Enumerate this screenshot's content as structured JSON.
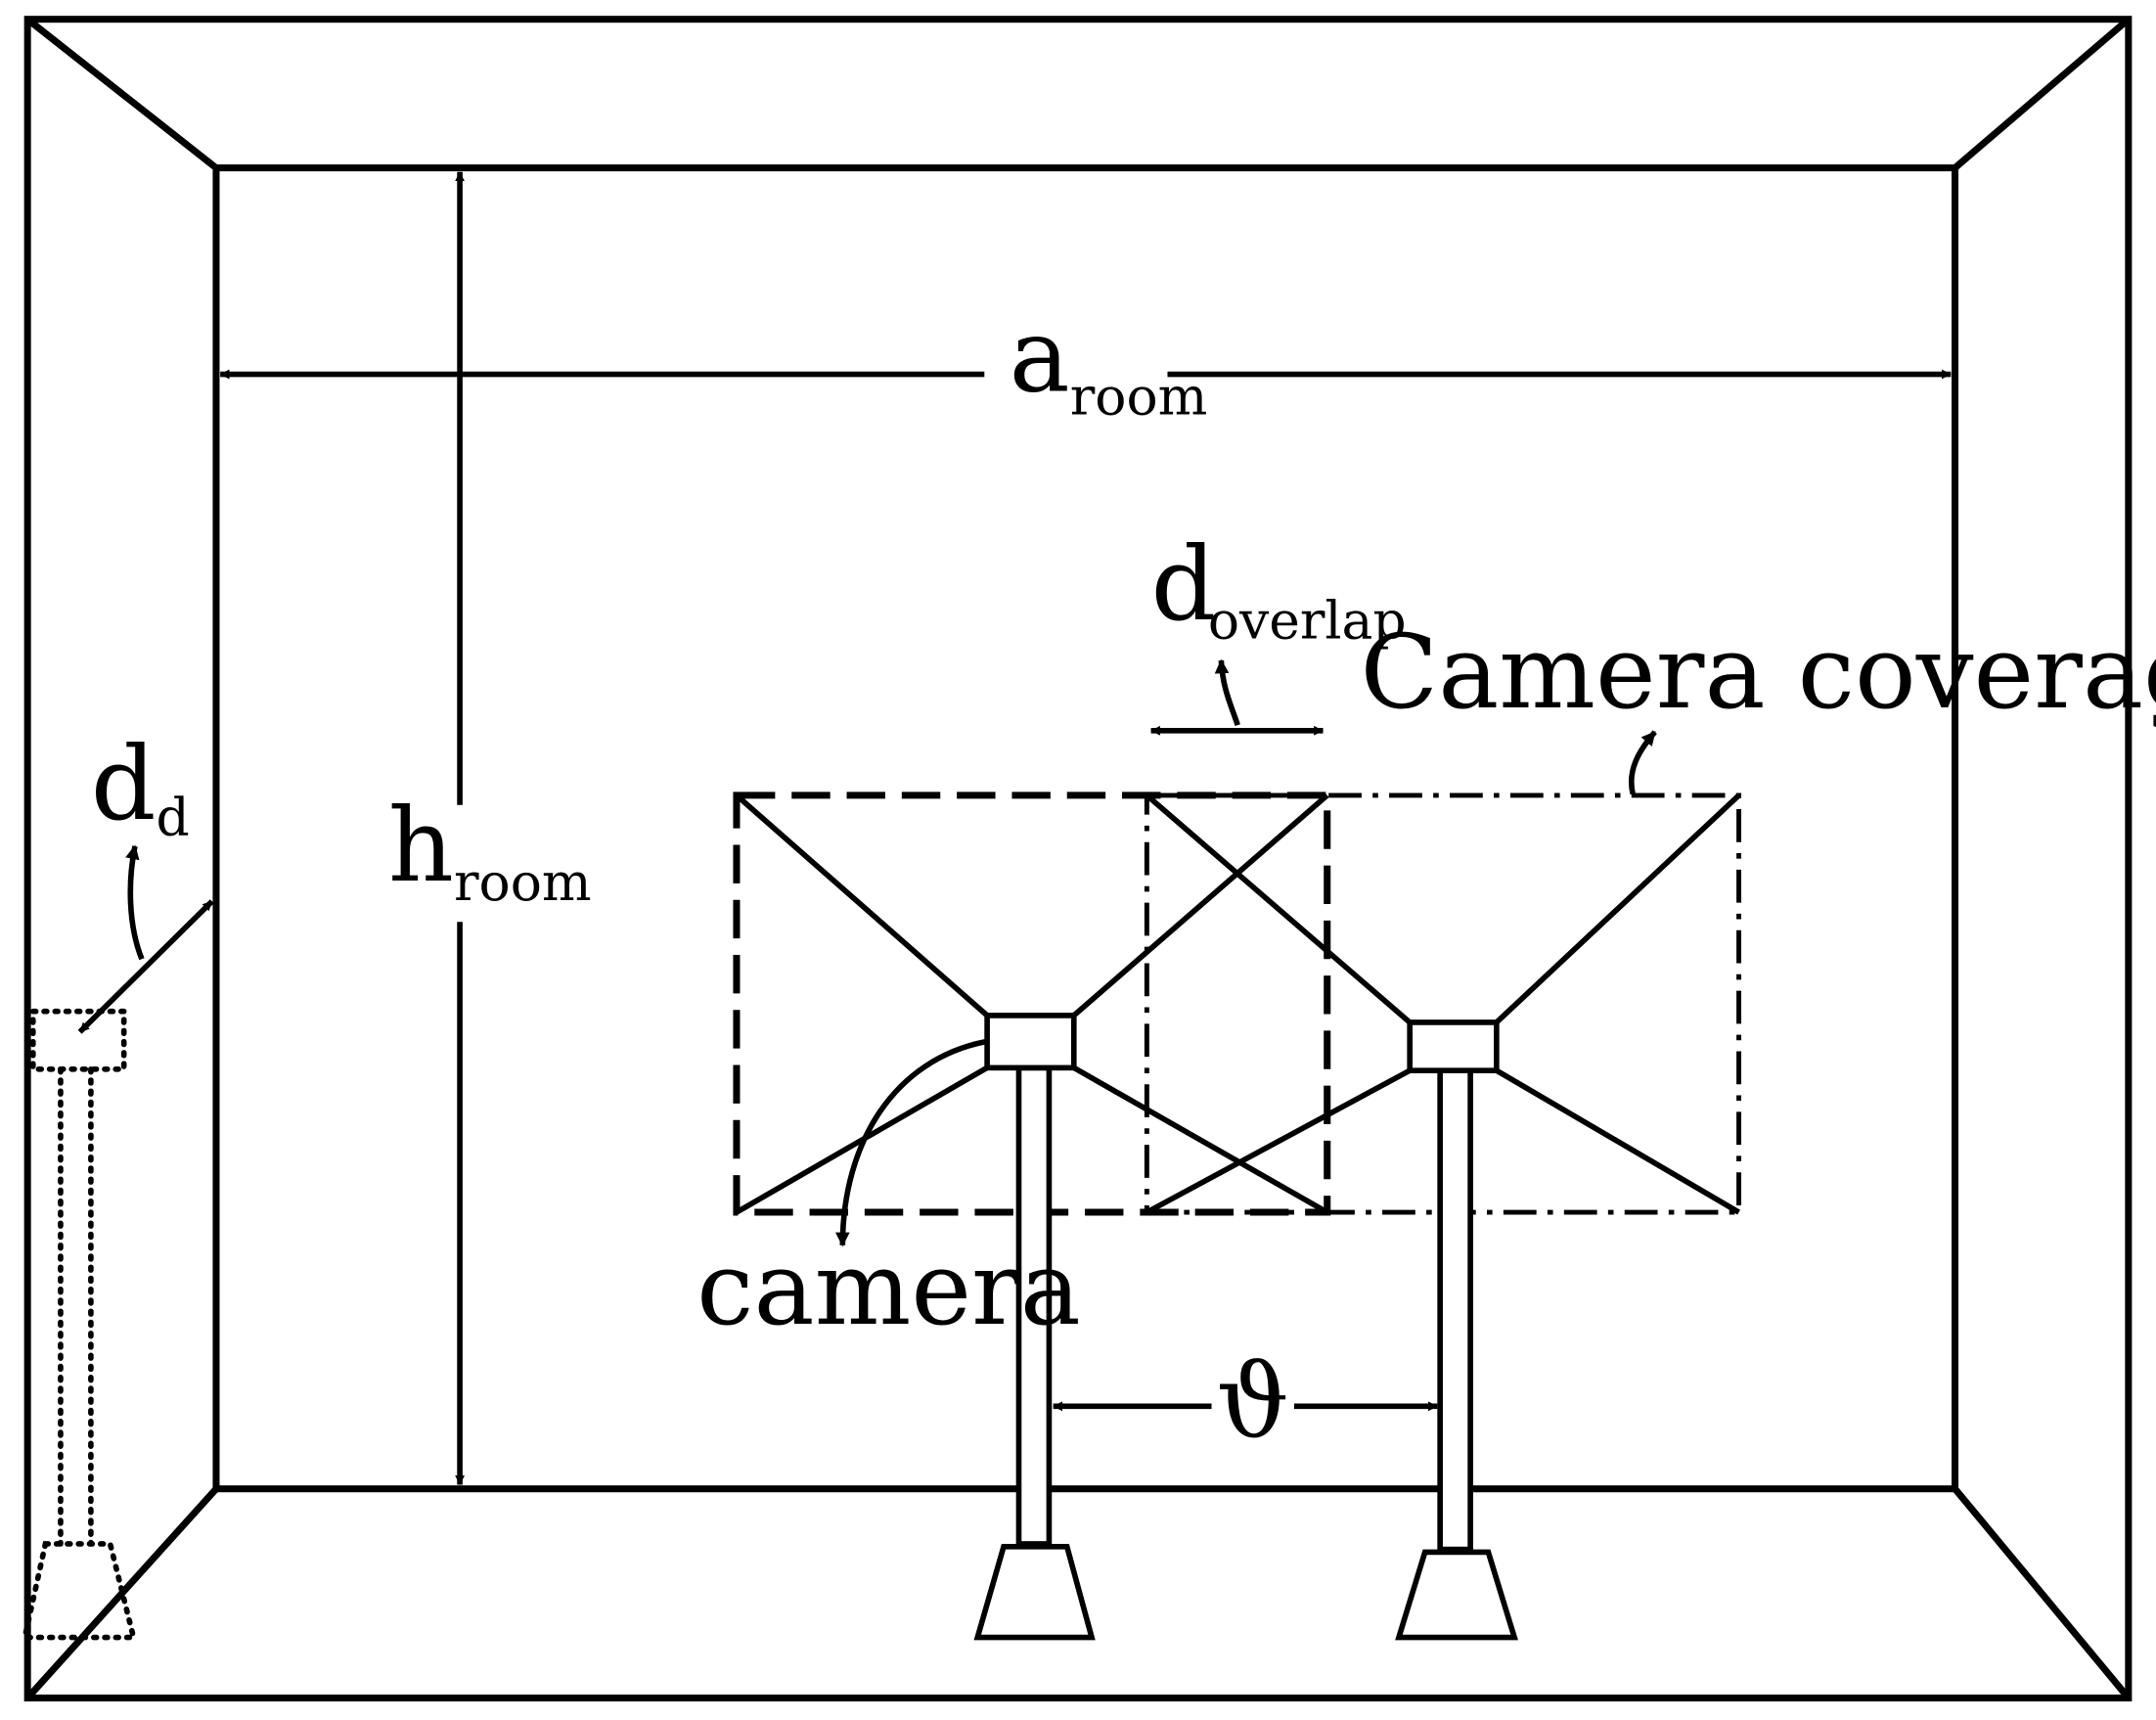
{
  "labels": {
    "a_room": {
      "main": "a",
      "sub": "room"
    },
    "h_room": {
      "main": "h",
      "sub": "room"
    },
    "d_d": {
      "main": "d",
      "sub": "d"
    },
    "d_overlap": {
      "main": "d",
      "sub": "overlap"
    },
    "camera_coverage": "Camera coverage",
    "camera": "camera",
    "spacing": "ϑ"
  },
  "colors": {
    "stroke": "#000000",
    "background": "#ffffff"
  }
}
